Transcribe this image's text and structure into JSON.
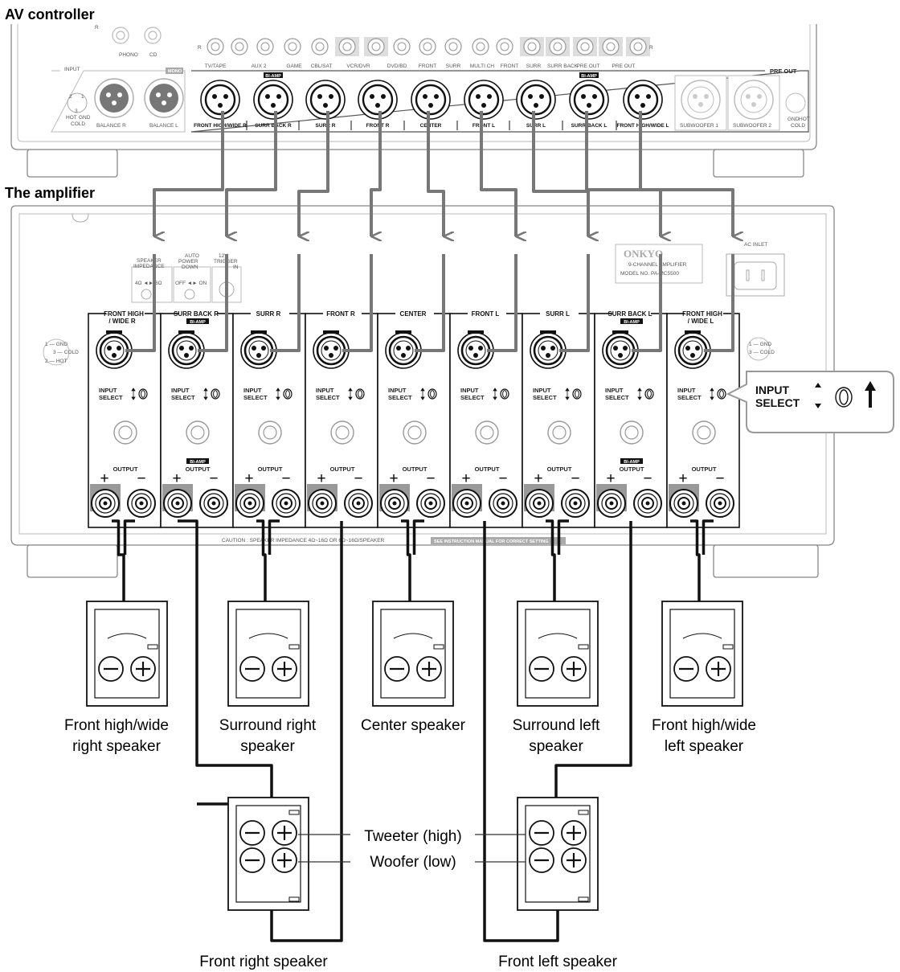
{
  "sections": {
    "av_controller": "AV controller",
    "amplifier": "The amplifier"
  },
  "av_controller": {
    "input_label": "INPUT",
    "top_jacks": [
      "TV/TAPE",
      "AUX 2",
      "GAME",
      "CBL/SAT",
      "VCR/DVR",
      "DVD/BD",
      "FRONT",
      "SURR",
      "MULTI CH",
      "FRONT",
      "SURR",
      "SURR BACK",
      "PRE OUT",
      "PRE OUT"
    ],
    "phono": "PHONO",
    "cd": "CD",
    "balance_r": "BALANCE R",
    "balance_l": "BALANCE L",
    "mono": "MONO",
    "pre_out": "PRE OUT",
    "bi_amp": "BI-AMP",
    "pin_legend_left": [
      "2",
      "1",
      "3",
      "HOT",
      "GND",
      "COLD"
    ],
    "outputs": [
      "FRONT HIGH/WIDE R",
      "SURR BACK R",
      "SURR R",
      "FRONT R",
      "CENTER",
      "FRONT L",
      "SURR L",
      "SURR BACK L",
      "FRONT HIGH/WIDE L"
    ],
    "subwoofers": [
      "SUBWOOFER 1",
      "SUBWOOFER 2"
    ]
  },
  "amplifier": {
    "brand": "ONKYO",
    "model_desc": "9-CHANNEL AMPLIFIER",
    "model_no": "MODEL NO. PA-MC5500",
    "ac_inlet": "AC INLET",
    "speaker_impedance": [
      "SPEAKER",
      "IMPEDANCE"
    ],
    "impedance_values": "4Ω ◄► 6Ω",
    "auto_power": [
      "AUTO",
      "POWER",
      "DOWN"
    ],
    "auto_power_values": "OFF ◄► ON",
    "trigger": [
      "12V",
      "TRIGGER",
      "IN"
    ],
    "pin_legend": [
      "1 — GND",
      "3 — COLD",
      "2 — HOT"
    ],
    "channels": [
      {
        "name": "FRONT HIGH",
        "name2": "/ WIDE R",
        "bi": false
      },
      {
        "name": "SURR BACK R",
        "name2": "",
        "bi": true
      },
      {
        "name": "SURR R",
        "name2": "",
        "bi": false
      },
      {
        "name": "FRONT R",
        "name2": "",
        "bi": false
      },
      {
        "name": "CENTER",
        "name2": "",
        "bi": false
      },
      {
        "name": "FRONT L",
        "name2": "",
        "bi": false
      },
      {
        "name": "SURR L",
        "name2": "",
        "bi": false
      },
      {
        "name": "SURR BACK L",
        "name2": "",
        "bi": true
      },
      {
        "name": "FRONT HIGH",
        "name2": "/ WIDE L",
        "bi": false
      }
    ],
    "input_select": [
      "INPUT",
      "SELECT"
    ],
    "output": "OUTPUT",
    "plus": "+",
    "minus": "−",
    "caution": "CAUTION : SPEAKER IMPEDANCE 4Ω~16Ω OR 6Ω~16Ω/SPEAKER",
    "see_manual": "SEE INSTRUCTION MANUAL FOR CORRECT SETTING"
  },
  "callout": {
    "line1": "INPUT",
    "line2": "SELECT"
  },
  "speakers": {
    "front_high_wide_right": [
      "Front high/wide",
      "right speaker"
    ],
    "surround_right": [
      "Surround right",
      "speaker"
    ],
    "center": [
      "Center speaker"
    ],
    "surround_left": [
      "Surround left",
      "speaker"
    ],
    "front_high_wide_left": [
      "Front high/wide",
      "left speaker"
    ],
    "front_right": [
      "Front right speaker"
    ],
    "front_left": [
      "Front left speaker"
    ]
  },
  "terminals": {
    "tweeter": "Tweeter (high)",
    "woofer": "Woofer (low)"
  }
}
